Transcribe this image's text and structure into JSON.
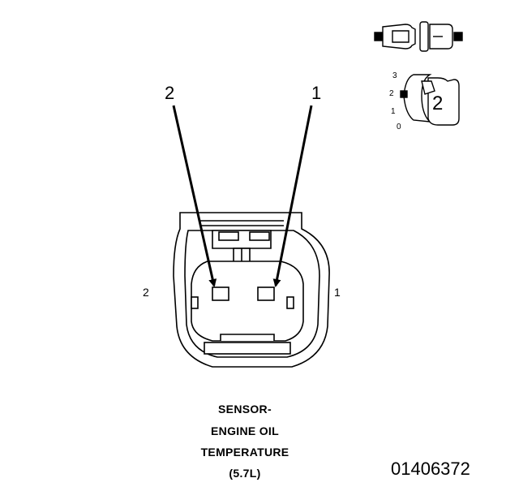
{
  "diagram": {
    "pin_callouts": {
      "pin2": "2",
      "pin1": "1"
    },
    "side_labels": {
      "left": "2",
      "right": "1"
    },
    "indicator": {
      "scale_labels": [
        "3",
        "2",
        "1",
        "0"
      ],
      "selected_value": "2"
    },
    "caption": [
      "SENSOR-",
      "ENGINE OIL",
      "TEMPERATURE",
      "(5.7L)"
    ],
    "figure_id": "01406372"
  }
}
